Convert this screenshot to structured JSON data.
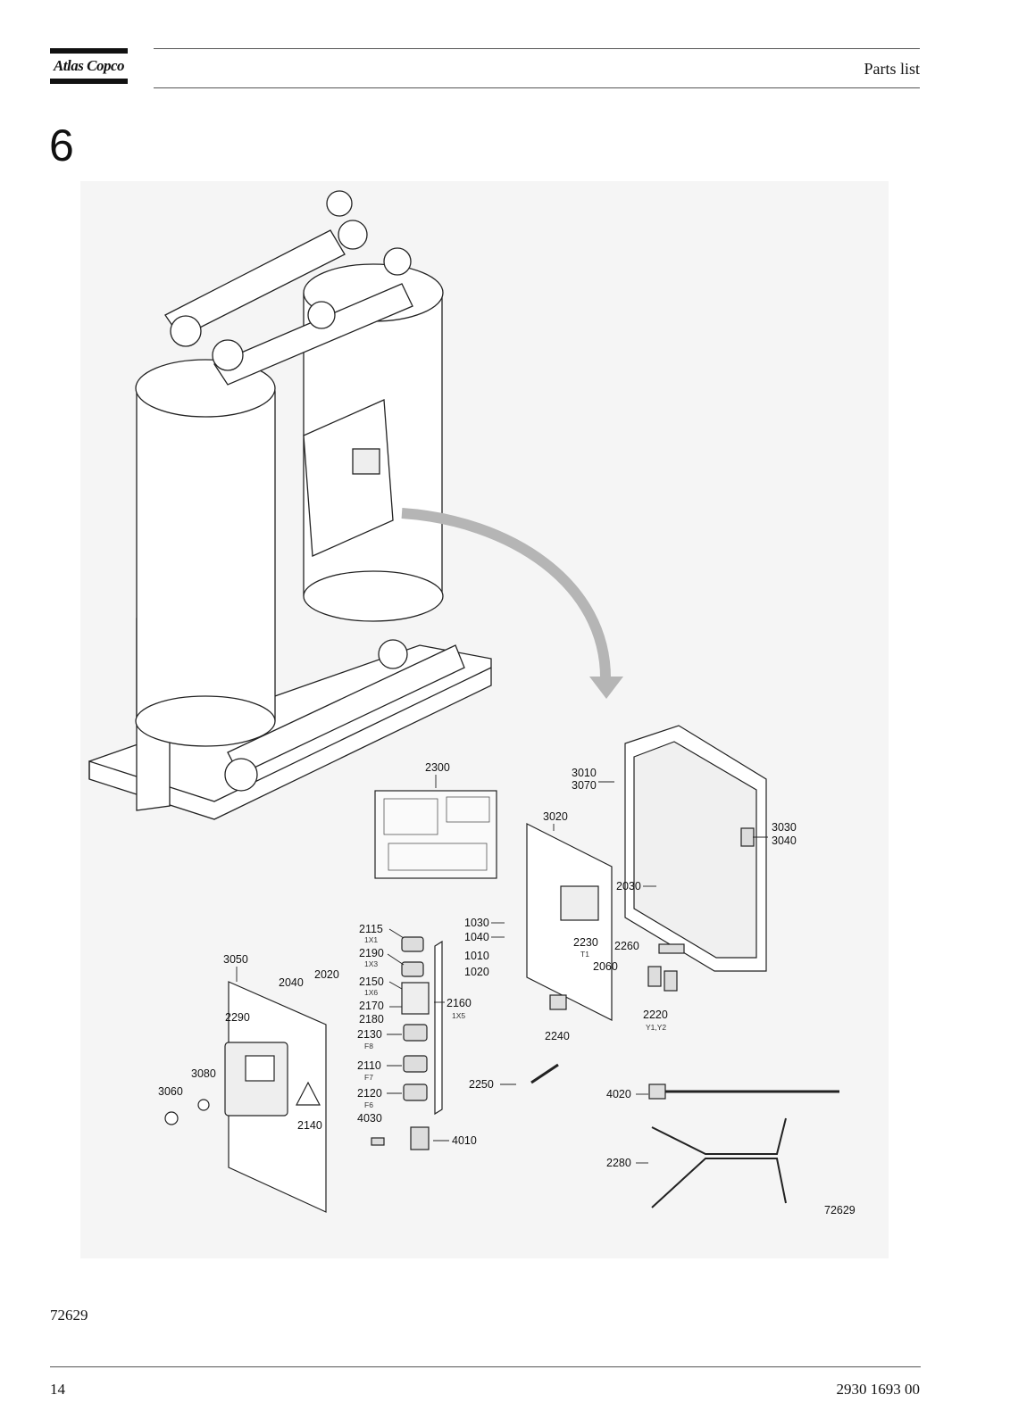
{
  "header": {
    "logo_text": "Atlas Copco",
    "section_title": "Parts list"
  },
  "chapter_number": "6",
  "figure": {
    "drawing_number": "72629",
    "callouts": {
      "c2300": "2300",
      "c3010": "3010",
      "c3070": "3070",
      "c3020": "3020",
      "c3030": "3030",
      "c3040": "3040",
      "c2030": "2030",
      "c2115": "2115",
      "s1x1": "1X1",
      "c1030": "1030",
      "c1040": "1040",
      "c2190": "2190",
      "s1x3": "1X3",
      "c1010": "1010",
      "c1020": "1020",
      "c2230": "2230",
      "st1": "T1",
      "c2260": "2260",
      "c2060": "2060",
      "c3050": "3050",
      "c2040": "2040",
      "c2020": "2020",
      "c2150": "2150",
      "s1x6": "1X6",
      "c2170": "2170",
      "c2180": "2180",
      "c2160": "2160",
      "s1x5": "1X5",
      "c2220": "2220",
      "sy1y2": "Y1,Y2",
      "c2290": "2290",
      "c2130": "2130",
      "sf8": "F8",
      "c2240": "2240",
      "c3080": "3080",
      "c2110": "2110",
      "sf7": "F7",
      "c3060": "3060",
      "c2250": "2250",
      "c4020": "4020",
      "c2120": "2120",
      "sf6": "F6",
      "c2140": "2140",
      "c4030": "4030",
      "c4010": "4010",
      "c2280": "2280",
      "drawing_id": "72629"
    }
  },
  "footer": {
    "page_number": "14",
    "document_number": "2930 1693 00"
  }
}
